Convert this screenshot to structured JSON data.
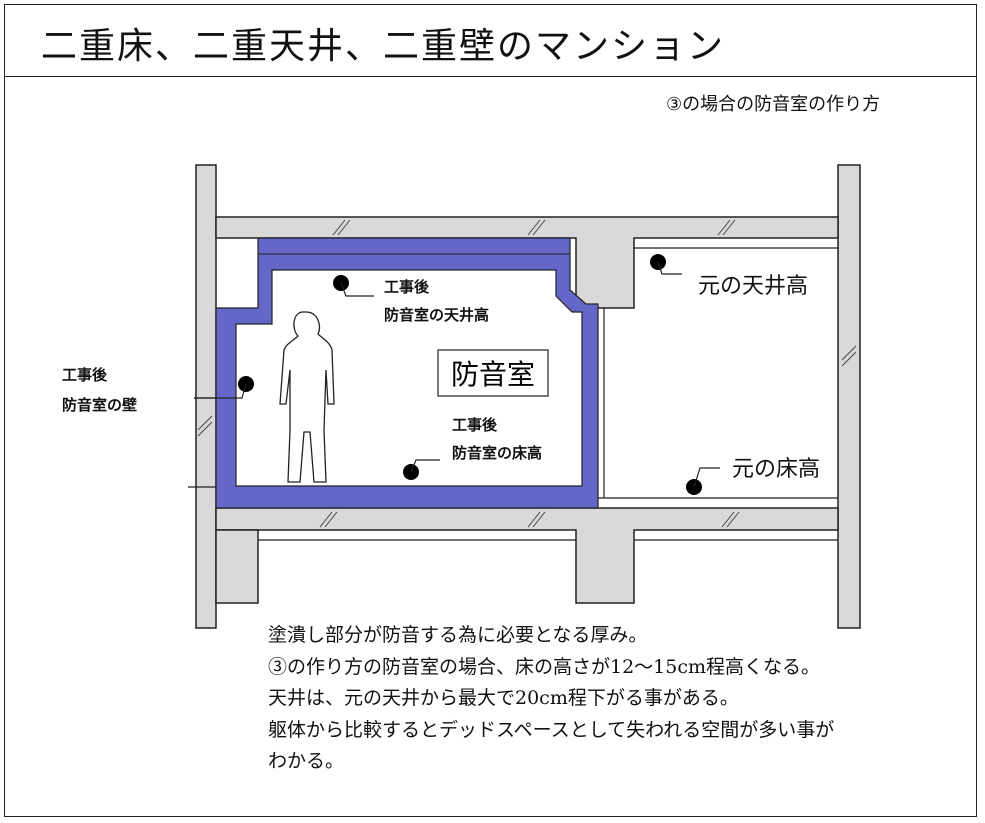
{
  "header": {
    "title": "二重床、二重天井、二重壁のマンション"
  },
  "subtitle": "③の場合の防音室の作り方",
  "diagram": {
    "room_label": "防音室",
    "labels": {
      "ceiling_after_1": "工事後",
      "ceiling_after_2": "防音室の天井高",
      "wall_after_1": "工事後",
      "wall_after_2": "防音室の壁",
      "floor_after_1": "工事後",
      "floor_after_2": "防音室の床高",
      "original_ceiling": "元の天井高",
      "original_floor": "元の床高"
    },
    "colors": {
      "concrete": "#d9d9d9",
      "soundproof": "#6466c8",
      "line": "#222222"
    }
  },
  "description": [
    "塗潰し部分が防音する為に必要となる厚み。",
    "③の作り方の防音室の場合、床の高さが12～15cm程高くなる。",
    "天井は、元の天井から最大で20cm程下がる事がある。",
    "躯体から比較するとデッドスペースとして失われる空間が多い事が",
    "わかる。"
  ]
}
